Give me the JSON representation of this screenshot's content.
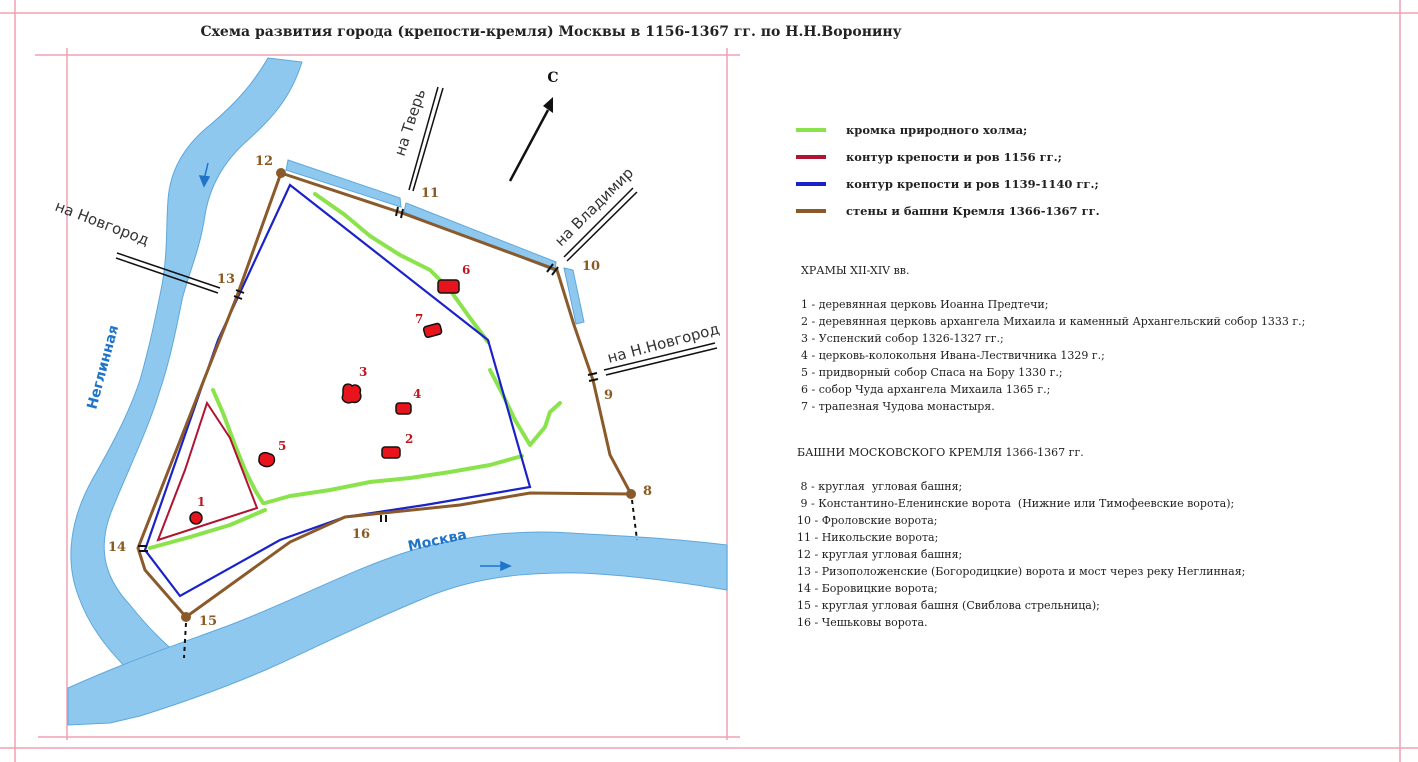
{
  "title": "Схема развития города (крепости-кремля) Москвы в 1156-1367 гг. по Н.Н.Воронину",
  "colors": {
    "hill_edge": "#8be34b",
    "fortress_1156": "#b01432",
    "fortress_1139": "#1a22c8",
    "kremlin_walls": "#8b5a2b",
    "river": "#8ec8ee",
    "river_edge": "#5ea8dc",
    "frame": "#f0a0b4",
    "temple": "#e8141c"
  },
  "legend": [
    {
      "color": "#8be34b",
      "label": "кромка природного холма;"
    },
    {
      "color": "#b01432",
      "label": "контур крепости и ров 1156 гг.;"
    },
    {
      "color": "#1a22c8",
      "label": "контур крепости и ров 1139-1140 гг.;"
    },
    {
      "color": "#8b5a2b",
      "label": "стены и башни Кремля  1366-1367 гг."
    }
  ],
  "temples": {
    "heading": "ХРАМЫ XII-XIV вв.",
    "items": [
      "1 - деревянная церковь Иоанна Предтечи;",
      "2 - деревянная церковь архангела Михаила и каменный Архангельский собор 1333 г.;",
      "3 - Успенский собор 1326-1327 гг.;",
      "4 - церковь-колокольня Ивана-Лествичника 1329 г.;",
      "5 - придворный собор Спаса на Бору 1330 г.;",
      "6 - собор Чуда архангела Михаила  1365 г.;",
      "7 - трапезная Чудова монастыря."
    ]
  },
  "towers": {
    "heading": "БАШНИ МОСКОВСКОГО КРЕМЛЯ  1366-1367 гг.",
    "items": [
      " 8 - круглая  угловая башня;",
      " 9 - Константино-Еленинские ворота  (Нижние или Тимофеевские ворота);",
      "10 - Фроловские ворота;",
      "11 - Никольские ворота;",
      "12 - круглая угловая башня;",
      "13 - Ризоположенские (Богородицкие) ворота и мост через реку Неглинная;",
      "14 - Боровицкие ворота;",
      "15 - круглая угловая башня  (Свиблова стрельница);",
      "16 - Чешьковы ворота."
    ]
  },
  "map_labels": {
    "north": "С",
    "road_tver": "на Тверь",
    "road_vladimir": "на Владимир",
    "road_novgorod": "на Новгород",
    "road_nnovgorod": "на Н.Новгород",
    "river_neglinnaya": "Неглинная",
    "river_moskva": "Москва",
    "tower_numbers": [
      "8",
      "9",
      "10",
      "11",
      "12",
      "13",
      "14",
      "15",
      "16"
    ],
    "temple_numbers": [
      "1",
      "2",
      "3",
      "4",
      "5",
      "6",
      "7"
    ]
  }
}
